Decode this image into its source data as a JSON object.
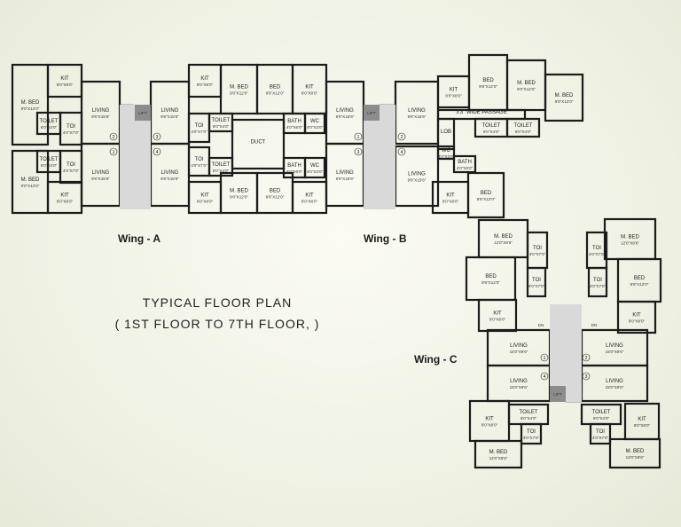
{
  "plan_title": "TYPICAL  FLOOR  PLAN",
  "plan_subtitle": "( 1ST FLOOR  TO 7TH FLOOR, )",
  "wings": [
    "Wing - A",
    "Wing - B",
    "Wing - C"
  ],
  "labels": {
    "mbed": "M. BED",
    "bed": "BED",
    "kit": "KIT",
    "living": "LIVING",
    "toilet": "TOILET",
    "toi": "TOI",
    "bath": "BATH",
    "wc": "WC",
    "lift": "LIFT",
    "duct": "DUCT",
    "dn": "DN",
    "passage": "3'3\" WIDE PASSAGE",
    "lob": "LOB"
  },
  "dims": {
    "mbed": "9'0\"X12'0\"",
    "bed": "9'6\"X12'0\"",
    "kit": "8'0\"X8'0\"",
    "living": "9'6\"X15'6\"",
    "toilet": "6'0\"X4'0\"",
    "toi": "4'0\"X7'0\"",
    "bath": "4'0\"X6'0\"",
    "wc": "4'0\"X3'0\"",
    "c_mbed": "12'0\"X9'6\"",
    "c_living": "15'0\"X9'6\"",
    "c_kit": "8'0\"X8'0\""
  },
  "stair_nums": [
    "1",
    "2",
    "3",
    "4"
  ]
}
